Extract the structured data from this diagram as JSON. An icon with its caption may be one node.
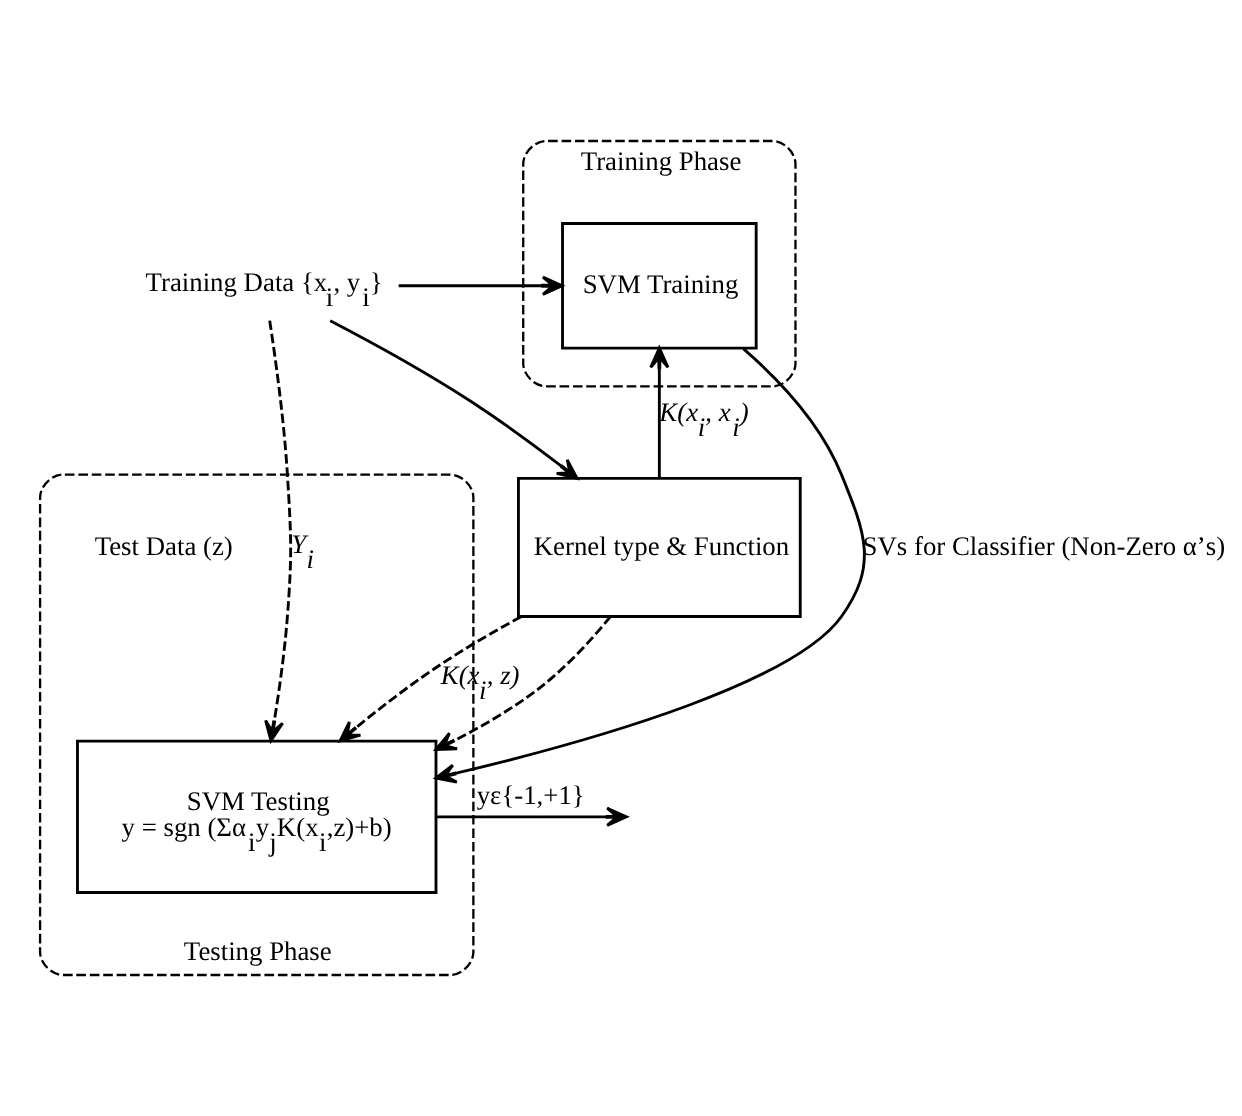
{
  "diagram": {
    "nodes": [
      {
        "text": [
          "Training Phase"
        ]
      },
      {
        "text": [
          "Testing Phase"
        ]
      },
      {
        "text": [
          "Training Data {x$_{i}$, y$_{i}$}"
        ]
      },
      {
        "text": [
          "SVM Training"
        ],
        "in": 0
      },
      {
        "text": [
          "Kernel type & Function"
        ]
      },
      {
        "text": [
          "SVM Testing",
          "y = sgn (Σα$_{i}$y$_{j}$K(x$_{i}$,z)+b)"
        ],
        "in": 1
      }
    ],
    "edges": [
      {
        "from": 2,
        "to": 3,
        "arrow": "to"
      },
      {
        "from": 2,
        "to": 4,
        "arrow": "to"
      },
      {
        "from": 2,
        "to": 5,
        "arrow": "to",
        "style": "dashed",
        "label": "Y$_{i}$"
      },
      {
        "from": 4,
        "to": 3,
        "arrow": "to",
        "label": "K(x$_{i}$, x$_{i}$)"
      },
      {
        "from": 4,
        "to": 5,
        "arrow": "to",
        "style": "dashed",
        "label": "K(x$_{i}$, z)"
      },
      {
        "from": 4,
        "to": 5,
        "arrow": "to",
        "style": "dashed"
      },
      {
        "from": 3,
        "to": 5,
        "arrow": "to",
        "label": "SVs for Classifier (Non-Zero α’s)"
      },
      {
        "from": 5,
        "to": null,
        "arrow": "to",
        "label": "yε{-1,+1}"
      }
    ],
    "labels": [
      "Test Data (z)"
    ]
  }
}
